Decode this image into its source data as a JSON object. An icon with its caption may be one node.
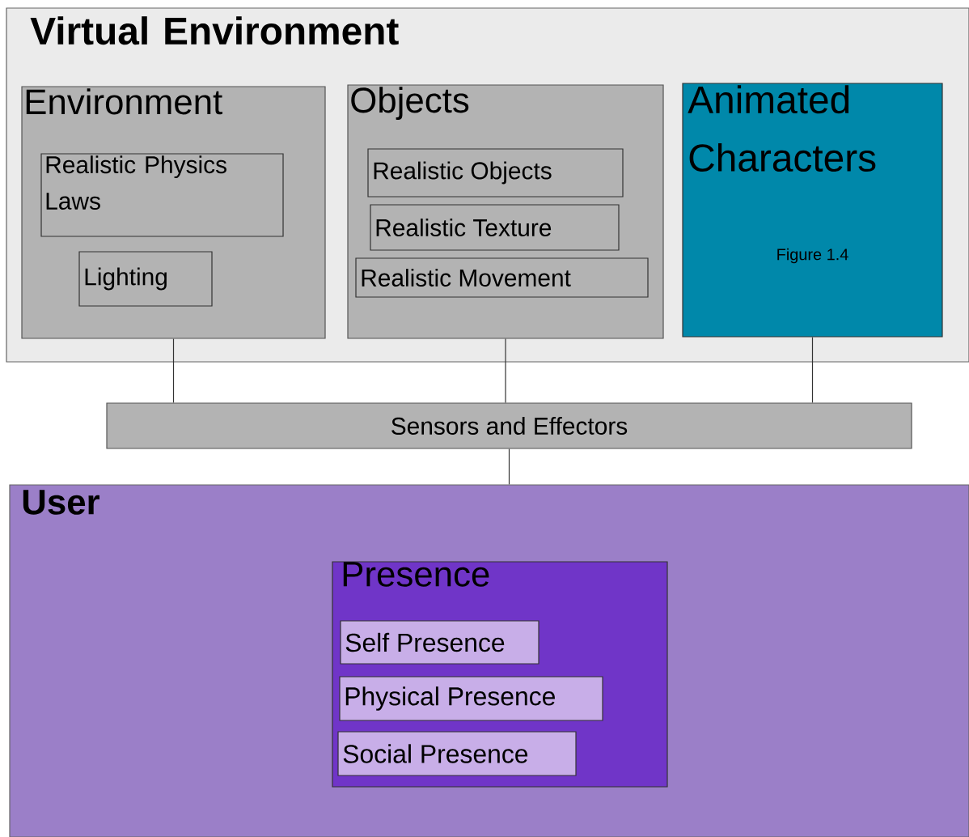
{
  "diagram": {
    "nodes": [
      {
        "text": [
          "Virtual Environment"
        ]
      },
      {
        "text": [
          "Environment"
        ],
        "in": 0
      },
      {
        "text": [
          "Realistic Physics Laws"
        ],
        "in": 1
      },
      {
        "text": [
          "Lighting"
        ],
        "in": 1
      },
      {
        "text": [
          "Objects"
        ],
        "in": 0
      },
      {
        "text": [
          "Realistic Objects"
        ],
        "in": 4
      },
      {
        "text": [
          "Realistic Texture"
        ],
        "in": 4
      },
      {
        "text": [
          "Realistic Movement"
        ],
        "in": 4
      },
      {
        "text": [
          "Animated Characters",
          "Figure 1.4"
        ],
        "in": 0
      },
      {
        "text": [
          "Sensors and Effectors"
        ]
      },
      {
        "text": [
          "User"
        ]
      },
      {
        "text": [
          "Presence"
        ],
        "in": 10
      },
      {
        "text": [
          "Self Presence"
        ],
        "in": 11
      },
      {
        "text": [
          "Physical Presence"
        ],
        "in": 11
      },
      {
        "text": [
          "Social Presence"
        ],
        "in": 11
      }
    ],
    "edges": [
      {
        "from": 1,
        "to": 9,
        "arrow": "none"
      },
      {
        "from": 4,
        "to": 9,
        "arrow": "none"
      },
      {
        "from": 8,
        "to": 9,
        "arrow": "none"
      },
      {
        "from": 9,
        "to": 10,
        "arrow": "none"
      }
    ]
  }
}
